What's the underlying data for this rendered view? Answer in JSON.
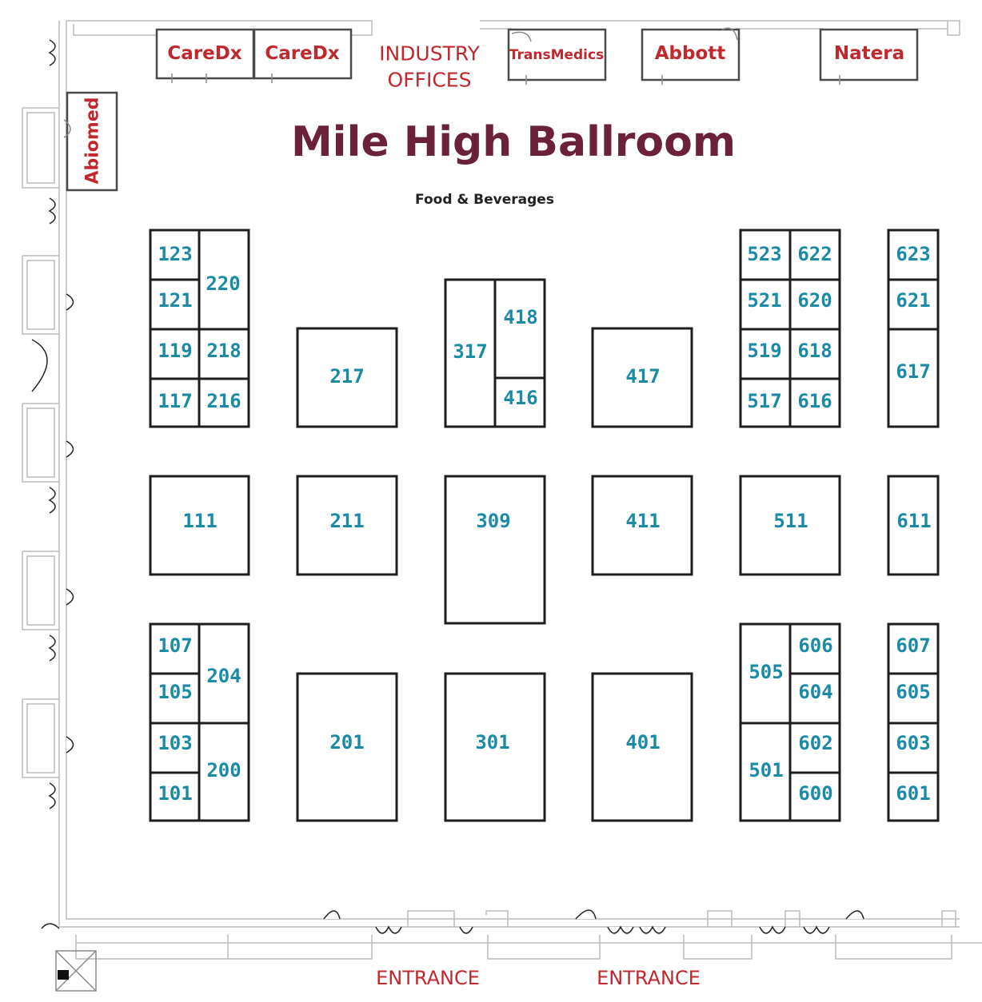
{
  "title": "Mile High Ballroom",
  "subtitle": "Food & Beverages",
  "industry_offices": {
    "line1": "INDUSTRY",
    "line2": "OFFICES"
  },
  "entrances": [
    "ENTRANCE",
    "ENTRANCE"
  ],
  "offices": [
    "CareDx",
    "CareDx",
    "TransMedics",
    "Abbott",
    "Natera",
    "Abiomed"
  ],
  "booths": [
    "123",
    "121",
    "119",
    "117",
    "220",
    "218",
    "216",
    "217",
    "317",
    "418",
    "416",
    "417",
    "523",
    "521",
    "519",
    "517",
    "622",
    "620",
    "618",
    "616",
    "623",
    "621",
    "617",
    "111",
    "211",
    "309",
    "411",
    "511",
    "611",
    "107",
    "105",
    "103",
    "101",
    "204",
    "200",
    "201",
    "301",
    "401",
    "505",
    "501",
    "606",
    "604",
    "602",
    "600",
    "607",
    "605",
    "603",
    "601"
  ],
  "colors": {
    "title": "#6b2139",
    "office_text": "#c0282d",
    "booth_text": "#1a8aa6"
  }
}
